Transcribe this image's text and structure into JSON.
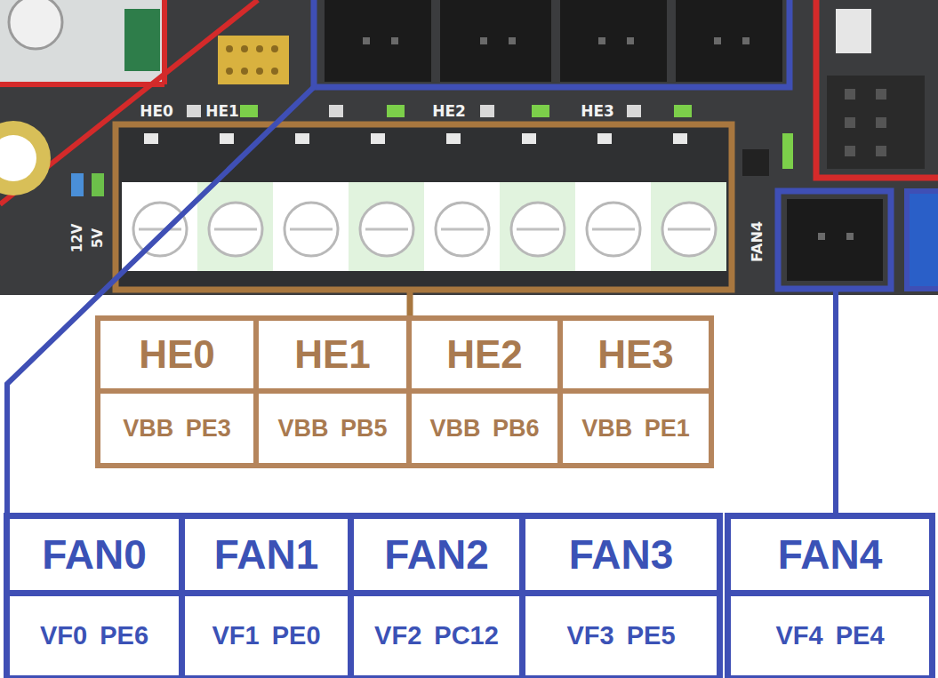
{
  "diagram": {
    "nodes": [
      {
        "text": [
          "HE0",
          "VBB PE3"
        ]
      },
      {
        "text": [
          "HE1",
          "VBB PB5"
        ]
      },
      {
        "text": [
          "HE2",
          "VBB PB6"
        ]
      },
      {
        "text": [
          "HE3",
          "VBB PE1"
        ]
      },
      {
        "text": [
          "FAN0",
          "VF0 PE6"
        ]
      },
      {
        "text": [
          "FAN1",
          "VF1 PE0"
        ]
      },
      {
        "text": [
          "FAN2",
          "VF2 PC12"
        ]
      },
      {
        "text": [
          "FAN3",
          "VF3 PE5"
        ]
      },
      {
        "text": [
          "FAN4",
          "VF4 PE4"
        ]
      }
    ],
    "labels": [
      "HE0",
      "HE1",
      "HE2",
      "HE3",
      "12V",
      "5V",
      "FAN4"
    ]
  }
}
